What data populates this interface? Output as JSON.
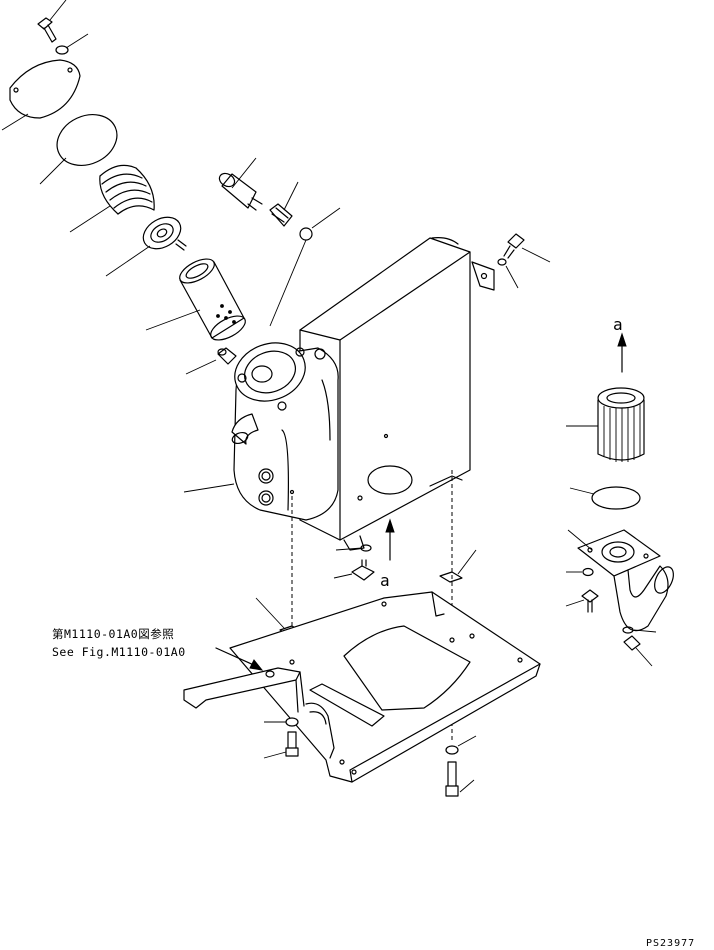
{
  "labels": {
    "marker_top": "a",
    "marker_bottom": "a",
    "ref_jp": "第M1110-01A0図参照",
    "ref_en": "See Fig.M1110-01A0",
    "drawing_no": "PS23977"
  }
}
